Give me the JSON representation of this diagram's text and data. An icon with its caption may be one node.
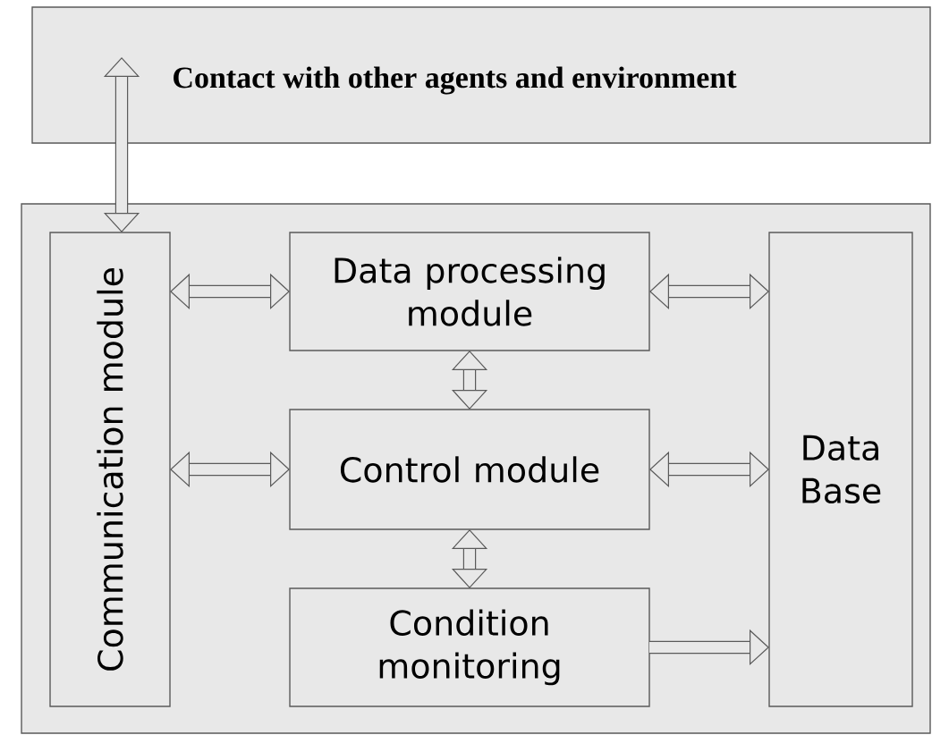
{
  "diagram": {
    "nodes": [
      {
        "text": [
          "Contact with other agents and environment"
        ]
      },
      {
        "text": [],
        "shape": "box"
      },
      {
        "text": [
          "Communication module"
        ],
        "in": 1
      },
      {
        "text": [
          "Data processing module"
        ],
        "in": 1
      },
      {
        "text": [
          "Control module"
        ],
        "in": 1
      },
      {
        "text": [
          "Condition monitoring"
        ],
        "in": 1
      },
      {
        "text": [
          "Data Base"
        ],
        "in": 1
      }
    ],
    "edges": [
      {
        "from": 0,
        "to": 2,
        "arrow": "both"
      },
      {
        "from": 2,
        "to": 3,
        "arrow": "both"
      },
      {
        "from": 3,
        "to": 6,
        "arrow": "both"
      },
      {
        "from": 3,
        "to": 4,
        "arrow": "both"
      },
      {
        "from": 2,
        "to": 4,
        "arrow": "both"
      },
      {
        "from": 4,
        "to": 6,
        "arrow": "both"
      },
      {
        "from": 4,
        "to": 5,
        "arrow": "both"
      },
      {
        "from": 5,
        "to": 6,
        "arrow": "to"
      }
    ]
  }
}
